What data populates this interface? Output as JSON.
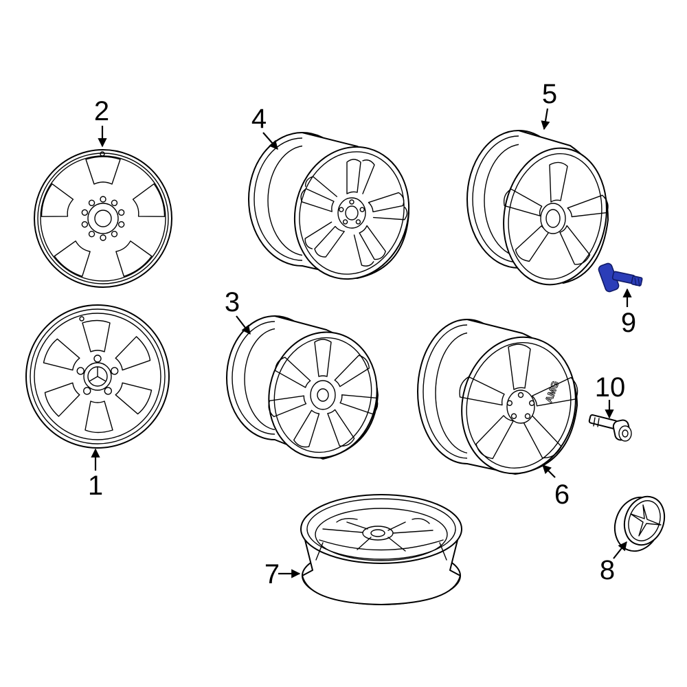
{
  "callouts": {
    "c1": "1",
    "c2": "2",
    "c3": "3",
    "c4": "4",
    "c5": "5",
    "c6": "6",
    "c7": "7",
    "c8": "8",
    "c9": "9",
    "c10": "10"
  },
  "wheel_badge": "AMG",
  "colors": {
    "line": "#000000",
    "highlight": "#2b3db8"
  }
}
